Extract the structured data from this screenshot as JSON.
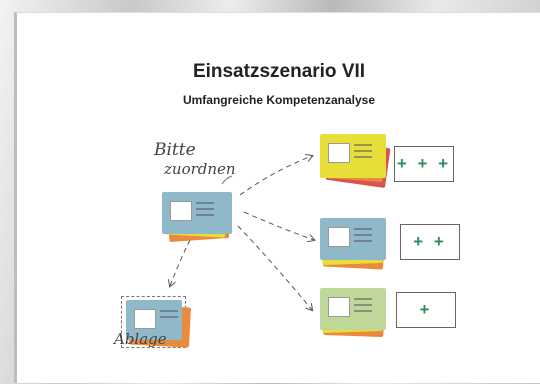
{
  "title": "Einsatzszenario VII",
  "subtitle": "Umfangreiche Kompetenzanalyse",
  "hint_line1": "Bitte",
  "hint_line2": "zuordnen",
  "ablage_label": "Ablage",
  "ratings": {
    "high": "+ + +",
    "medium": "+ +",
    "low": "+"
  },
  "colors": {
    "card_blue": "#8fb8c9",
    "card_yellow": "#e8de3a",
    "card_green": "#bfd89a",
    "card_orange": "#e98a3c",
    "card_red": "#d9534f",
    "plus_green": "#2f8f5a"
  }
}
